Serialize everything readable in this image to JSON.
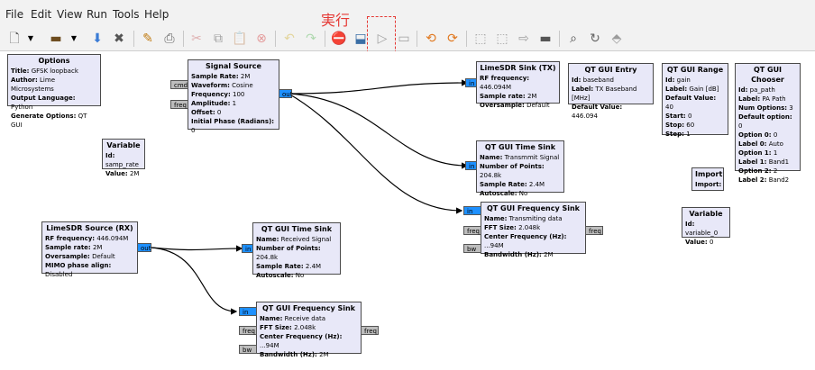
{
  "menubar": {
    "items": [
      "File",
      "Edit",
      "View",
      "Run",
      "Tools",
      "Help"
    ]
  },
  "toolbar": {
    "icons": [
      "new-icon",
      "dropdown-icon",
      "open-icon",
      "dropdown-icon",
      "save-icon",
      "close-icon",
      "edit-icon",
      "print-icon",
      "cut-icon",
      "copy-icon",
      "paste-icon",
      "delete-icon",
      "undo-icon",
      "redo-icon",
      "stop-icon",
      "generate-icon",
      "execute-icon",
      "kill-icon",
      "rotate-ccw-icon",
      "rotate-cw-icon",
      "enable-icon",
      "disable-icon",
      "bypass-icon",
      "screenshot-icon",
      "find-icon",
      "reload-icon",
      "hier-icon"
    ]
  },
  "annotation": {
    "label": "実行",
    "color": "#e53935"
  },
  "blocks": {
    "options": {
      "title": "Options",
      "rows": [
        [
          "Title:",
          "GFSK loopback"
        ],
        [
          "Author:",
          "Lime Microsystems"
        ],
        [
          "Output Language:",
          "Python"
        ],
        [
          "Generate Options:",
          "QT GUI"
        ]
      ]
    },
    "signal_source": {
      "title": "Signal Source",
      "rows": [
        [
          "Sample Rate:",
          "2M"
        ],
        [
          "Waveform:",
          "Cosine"
        ],
        [
          "Frequency:",
          "100"
        ],
        [
          "Amplitude:",
          "1"
        ],
        [
          "Offset:",
          "0"
        ],
        [
          "Initial Phase (Radians):",
          "0"
        ]
      ],
      "ports_in": [
        "cmd",
        "freq"
      ],
      "port_out": "out"
    },
    "variable_samp": {
      "title": "Variable",
      "rows": [
        [
          "Id:",
          "samp_rate"
        ],
        [
          "Value:",
          "2M"
        ]
      ]
    },
    "limesdr_sink": {
      "title": "LimeSDR Sink (TX)",
      "rows": [
        [
          "RF frequency:",
          "446.094M"
        ],
        [
          "Sample rate:",
          "2M"
        ],
        [
          "Oversample:",
          "Default"
        ]
      ],
      "port_in": "in"
    },
    "qt_entry": {
      "title": "QT GUI Entry",
      "rows": [
        [
          "Id:",
          "baseband"
        ],
        [
          "Label:",
          "TX Baseband [MHz]"
        ],
        [
          "Default Value:",
          "446.094"
        ]
      ]
    },
    "qt_range": {
      "title": "QT GUI Range",
      "rows": [
        [
          "Id:",
          "gain"
        ],
        [
          "Label:",
          "Gain [dB]"
        ],
        [
          "Default Value:",
          "40"
        ],
        [
          "Start:",
          "0"
        ],
        [
          "Stop:",
          "60"
        ],
        [
          "Step:",
          "1"
        ]
      ]
    },
    "qt_chooser": {
      "title": "QT GUI Chooser",
      "rows": [
        [
          "Id:",
          "pa_path"
        ],
        [
          "Label:",
          "PA Path"
        ],
        [
          "Num Options:",
          "3"
        ],
        [
          "Default option:",
          "0"
        ],
        [
          "Option 0:",
          "0"
        ],
        [
          "Label 0:",
          "Auto"
        ],
        [
          "Option 1:",
          "1"
        ],
        [
          "Label 1:",
          "Band1"
        ],
        [
          "Option 2:",
          "2"
        ],
        [
          "Label 2:",
          "Band2"
        ]
      ]
    },
    "time_sink_tx": {
      "title": "QT GUI Time Sink",
      "rows": [
        [
          "Name:",
          "Transmmit Signal"
        ],
        [
          "Number of Points:",
          "204.8k"
        ],
        [
          "Sample Rate:",
          "2.4M"
        ],
        [
          "Autoscale:",
          "No"
        ]
      ],
      "port_in": "in"
    },
    "import": {
      "title": "Import",
      "rows": [
        [
          "Import:",
          ""
        ]
      ]
    },
    "freq_sink_tx": {
      "title": "QT GUI Frequency Sink",
      "rows": [
        [
          "Name:",
          "Transmiting data"
        ],
        [
          "FFT Size:",
          "2.048k"
        ],
        [
          "Center Frequency (Hz):",
          "...94M"
        ],
        [
          "Bandwidth (Hz):",
          "2M"
        ]
      ],
      "port_in": "in",
      "ports_msg_in": [
        "freq",
        "bw"
      ],
      "port_msg_out": "freq"
    },
    "variable_0": {
      "title": "Variable",
      "rows": [
        [
          "Id:",
          "variable_0"
        ],
        [
          "Value:",
          "0"
        ]
      ]
    },
    "limesdr_source": {
      "title": "LimeSDR Source (RX)",
      "rows": [
        [
          "RF frequency:",
          "446.094M"
        ],
        [
          "Sample rate:",
          "2M"
        ],
        [
          "Oversample:",
          "Default"
        ],
        [
          "MIMO phase align:",
          "Disabled"
        ]
      ],
      "port_out": "out"
    },
    "time_sink_rx": {
      "title": "QT GUI Time Sink",
      "rows": [
        [
          "Name:",
          "Received Signal"
        ],
        [
          "Number of Points:",
          "204.8k"
        ],
        [
          "Sample Rate:",
          "2.4M"
        ],
        [
          "Autoscale:",
          "No"
        ]
      ],
      "port_in": "in"
    },
    "freq_sink_rx": {
      "title": "QT GUI Frequency Sink",
      "rows": [
        [
          "Name:",
          "Receive data"
        ],
        [
          "FFT Size:",
          "2.048k"
        ],
        [
          "Center Frequency (Hz):",
          "...94M"
        ],
        [
          "Bandwidth (Hz):",
          "2M"
        ]
      ],
      "port_in": "in",
      "ports_msg_in": [
        "freq",
        "bw"
      ],
      "port_msg_out": "freq"
    }
  }
}
